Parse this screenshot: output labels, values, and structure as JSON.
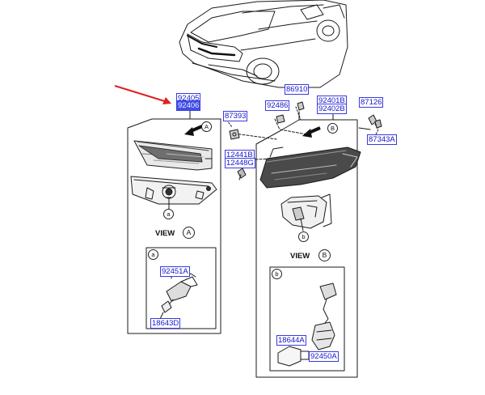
{
  "parts": {
    "p92405": "92405",
    "p92406": "92406",
    "p87393": "87393",
    "p86910": "86910",
    "p92486": "92486",
    "p92401b": "92401B",
    "p92402b": "92402B",
    "p87126": "87126",
    "p87343a": "87343A",
    "p12441b": "12441B",
    "p12448g": "12448G",
    "p92451a": "92451A",
    "p18643d": "18643D",
    "p18644a": "18644A",
    "p92450a": "92450A"
  },
  "callouts": {
    "view_label": "VIEW",
    "view_a": "A",
    "view_b": "B",
    "detail_a": "a",
    "detail_b": "b"
  },
  "colors": {
    "highlight": "#3f4fe6",
    "tag_border": "#3a3ae0",
    "tag_text": "#1515cc",
    "pointer_arrow": "#e02020"
  }
}
